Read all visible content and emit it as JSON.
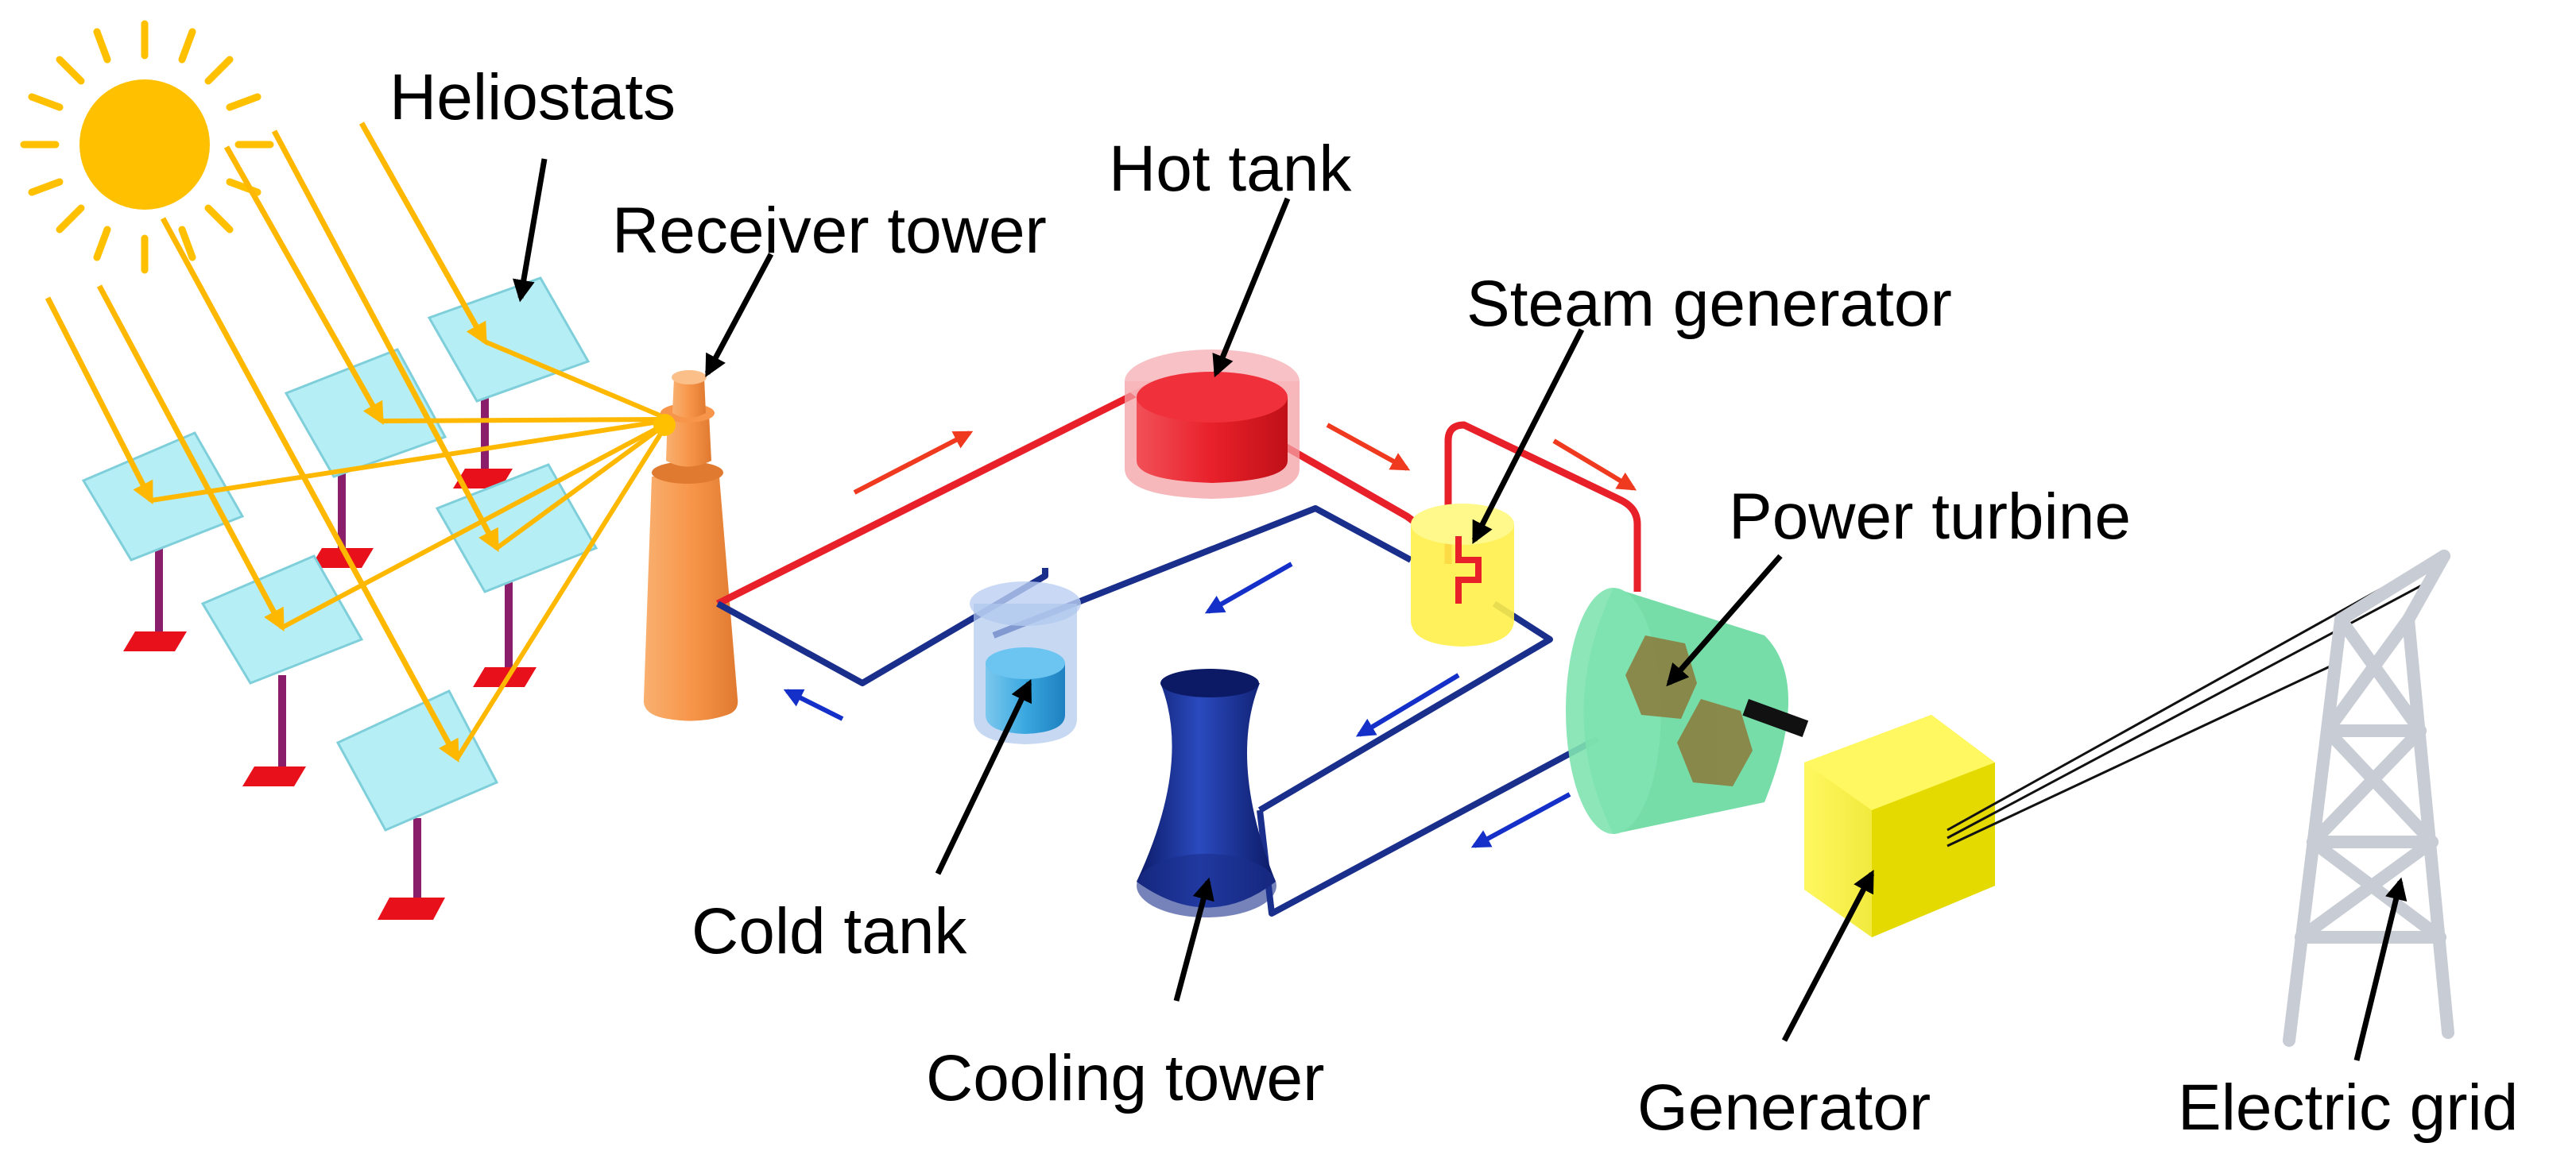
{
  "labels": {
    "heliostats": "Heliostats",
    "receiver_tower": "Receiver tower",
    "hot_tank": "Hot tank",
    "steam_generator": "Steam generator",
    "power_turbine": "Power turbine",
    "cold_tank": "Cold tank",
    "cooling_tower": "Cooling tower",
    "generator": "Generator",
    "electric_grid": "Electric grid"
  },
  "colors": {
    "sun": "#FFC000",
    "sun_ray": "#FFB800",
    "heliostat_mirror": "#B6EEF6",
    "heliostat_base": "#E8101A",
    "heliostat_post": "#8A1E6A",
    "receiver_tower": "#F7964A",
    "hot_pipe": "#E8202A",
    "cold_pipe": "#1A2E8C",
    "hot_flow_arrow": "#F03A20",
    "cold_flow_arrow": "#1430C8",
    "hot_tank": "#E8202A",
    "cold_tank": "#3AA8E0",
    "cooling_tower": "#142A8A",
    "steam_generator": "#FFF04A",
    "turbine_casing": "#5ED79A",
    "generator": "#F2EA00",
    "pylon": "#C8CCD4"
  }
}
